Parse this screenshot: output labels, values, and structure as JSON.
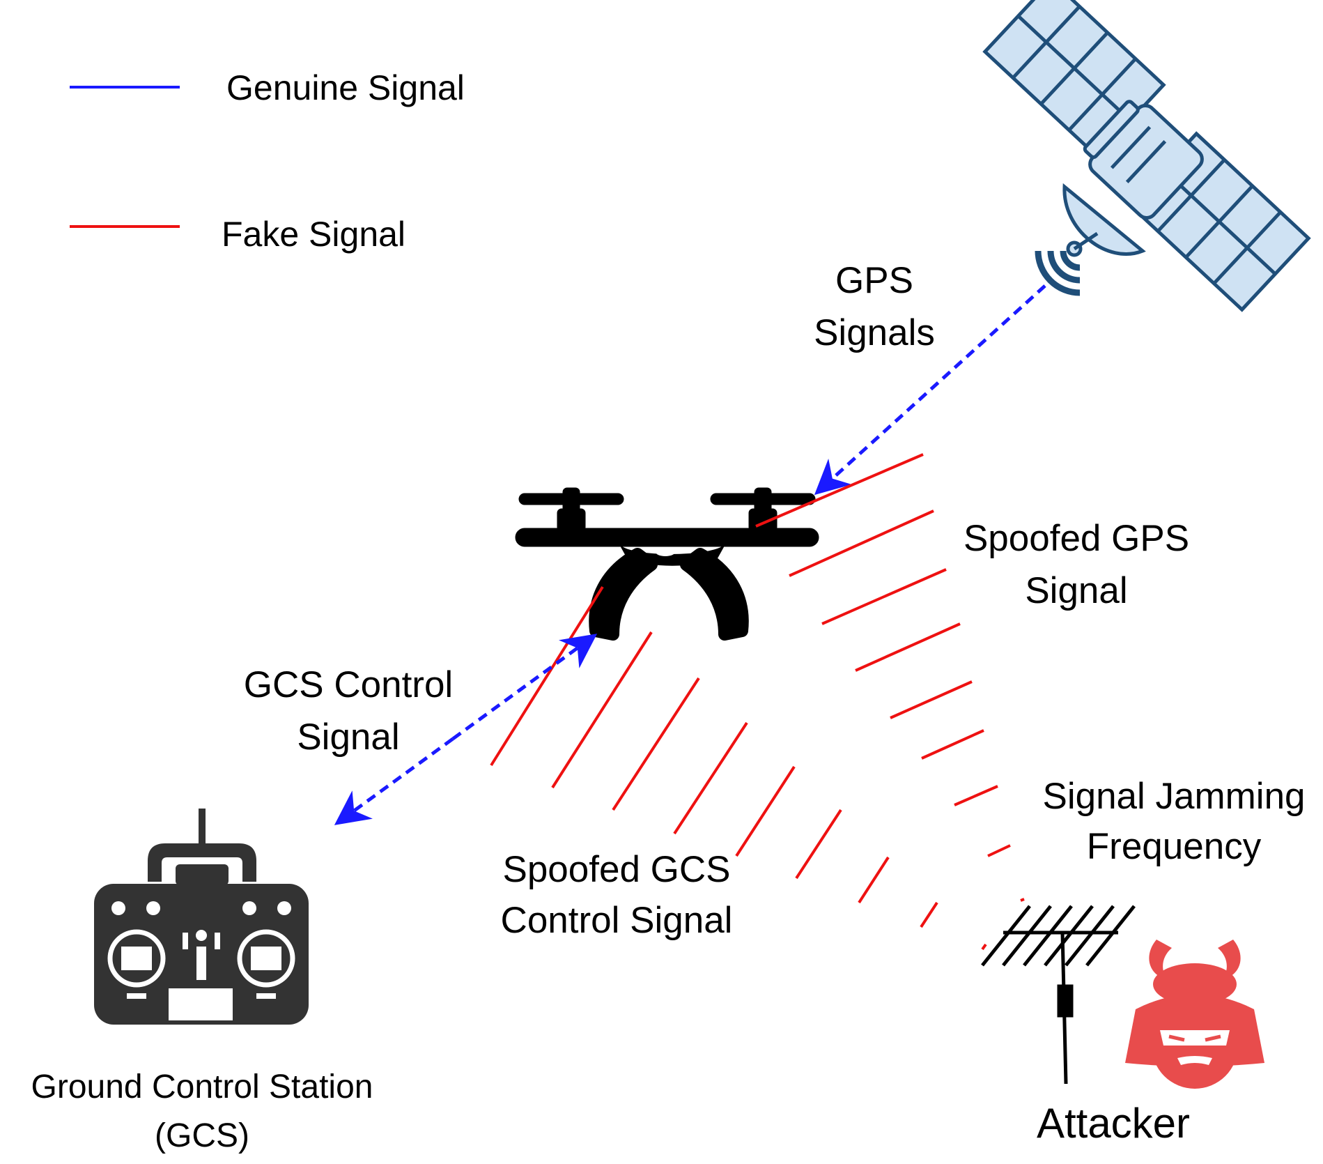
{
  "legend": {
    "genuine_label": "Genuine Signal",
    "fake_label": "Fake Signal"
  },
  "labels": {
    "gps_line1": "GPS",
    "gps_line2": "Signals",
    "spoofed_gps_line1": "Spoofed GPS",
    "spoofed_gps_line2": "Signal",
    "gcs_control_line1": "GCS Control",
    "gcs_control_line2": "Signal",
    "jamming_line1": "Signal Jamming",
    "jamming_line2": "Frequency",
    "spoofed_gcs_line1": "Spoofed GCS",
    "spoofed_gcs_line2": "Control Signal",
    "gcs_line1": "Ground Control Station",
    "gcs_line2": "(GCS)",
    "attacker": "Attacker"
  },
  "colors": {
    "genuine": "#1a1aff",
    "fake": "#ee1111",
    "satellite_fill": "#cfe2f3",
    "satellite_stroke": "#1f4e79",
    "drone": "#000000",
    "controller": "#333333",
    "attacker": "#e84c4c"
  },
  "icons": [
    "satellite-icon",
    "drone-icon",
    "remote-controller-icon",
    "antenna-icon",
    "samurai-attacker-icon"
  ]
}
